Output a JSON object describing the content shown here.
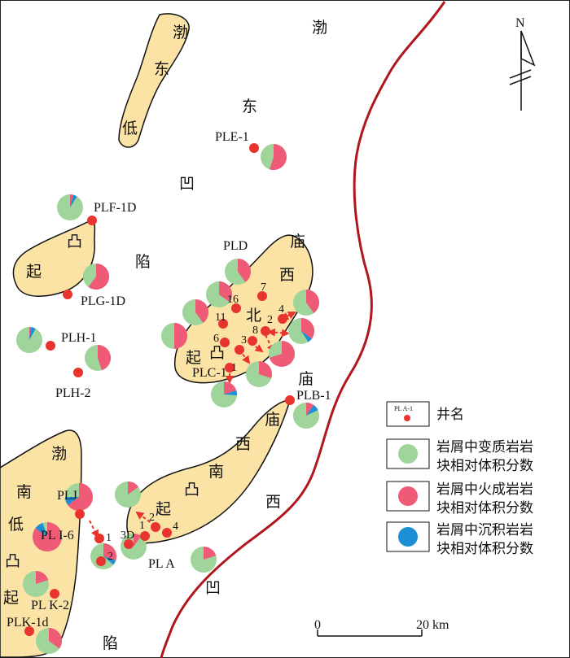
{
  "region_labels": {
    "bohai_top": "渤",
    "dong_top": "东",
    "ao_top": "凹",
    "xian_top": "陷",
    "tan_left": "渤",
    "dong_left": "东",
    "di_left": "低",
    "qi_left": "起",
    "tu_left": "凸",
    "miao": "庙",
    "xi": "西",
    "bei": "北",
    "tu_mid": "凸",
    "qi_mid": "起",
    "miao2": "庙",
    "miao3": "庙",
    "xi2": "西",
    "nan2": "南",
    "tu2": "凸",
    "qi2": "起",
    "xi3": "西",
    "ao2": "凹",
    "xian2": "陷",
    "bo_sw": "渤",
    "nan_sw": "南",
    "di_sw": "低",
    "tu_sw": "凸",
    "qi_sw": "起"
  },
  "wells": {
    "PLE-1": "PLE-1",
    "PLF-1D": "PLF-1D",
    "PLG-1D": "PLG-1D",
    "PLH-1": "PLH-1",
    "PLH-2": "PLH-2",
    "PLD": "PLD",
    "PLC-1": "PLC-1",
    "PLB-1": "PLB-1",
    "PLJ": "PLJ",
    "PLI-6": "PL I-6",
    "PLK-2": "PL K-2",
    "PLK-1d": "PLK-1d",
    "PLA": "PL A"
  },
  "well_numbers": {
    "n7": "7",
    "n16": "16",
    "n11": "11",
    "n4a": "4",
    "n2a": "2",
    "n8": "8",
    "n6": "6",
    "n3a": "3",
    "n1a": "1",
    "n2b": "2",
    "n1b": "1",
    "n3D": "3D",
    "n4b": "4",
    "n1c": "1",
    "n2c": "2"
  },
  "legend": {
    "well_sample": "PL A-1",
    "well_name": "井名",
    "meta_line1": "岩屑中变质岩岩",
    "meta_line2": "块相对体积分数",
    "ign_line1": "岩屑中火成岩岩",
    "ign_line2": "块相对体积分数",
    "sed_line1": "岩屑中沉积岩岩",
    "sed_line2": "块相对体积分数"
  },
  "north_arrow": {
    "label": "N"
  },
  "scale_bar": {
    "zero": "0",
    "end": "20 km",
    "distance_km": 20
  },
  "colors": {
    "uplift": "#fbe3a6",
    "metamorphic": "#9fd49a",
    "igneous": "#ef5a76",
    "sedimentary": "#1c8fd6",
    "well": "#e8332e",
    "fault": "#b0161d"
  }
}
